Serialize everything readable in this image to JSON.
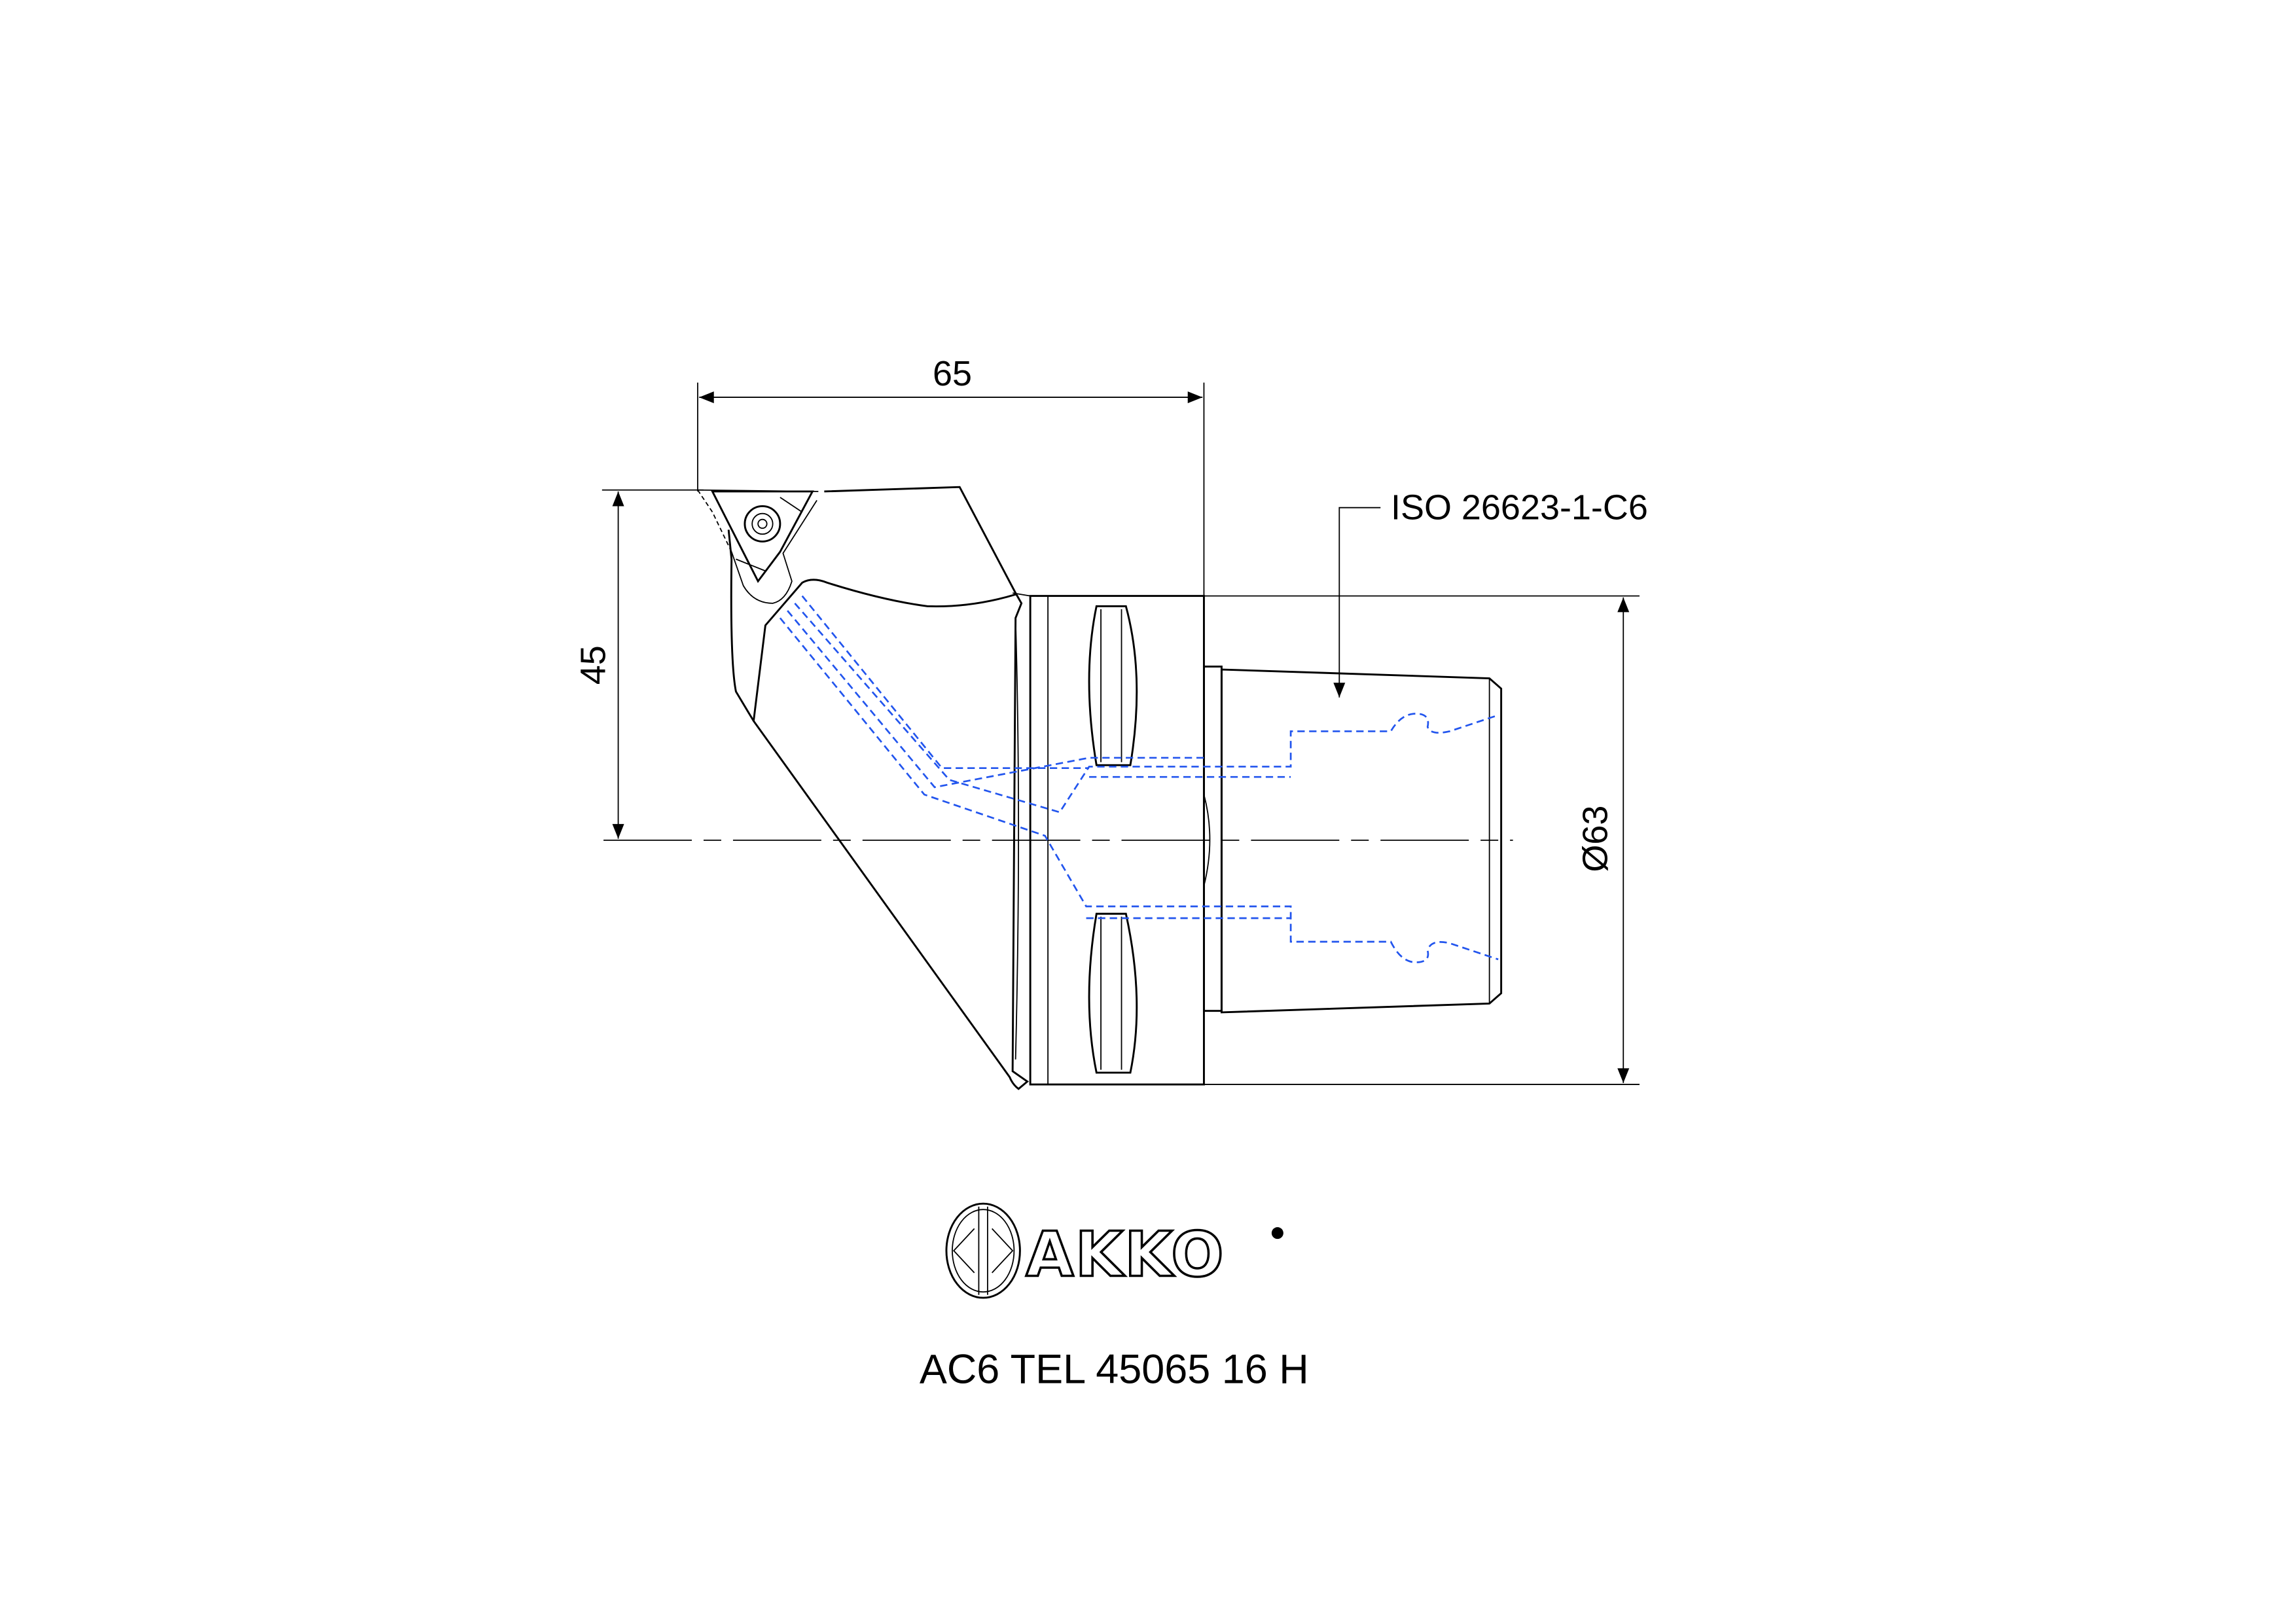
{
  "drawing": {
    "dimensions": {
      "length": "65",
      "height": "45",
      "diameter": "Ø63"
    },
    "callout": "ISO 26623-1-C6",
    "logo_text": "AKKO",
    "part_number": "AC6 TEL 45065 16 H",
    "colors": {
      "line": "#000000",
      "hidden_coolant": "#2255ee"
    }
  }
}
